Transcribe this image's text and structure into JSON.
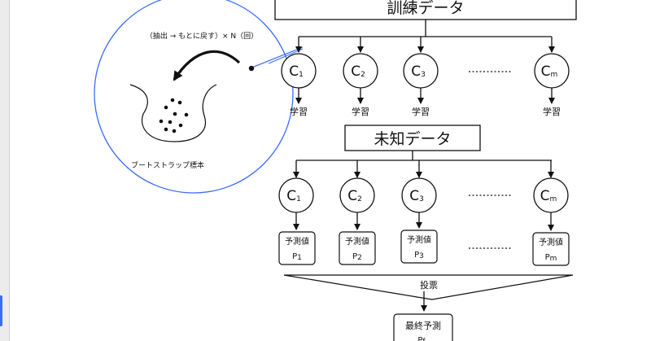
{
  "colors": {
    "accent": "#3b6df6",
    "ink": "#111111"
  },
  "bootstrap": {
    "caption": "（抽出 → もとに戻す）× N（回）",
    "sample_label": "ブートストラップ標本"
  },
  "training": {
    "title": "訓練データ",
    "classifiers": [
      {
        "base": "C",
        "sub": "1"
      },
      {
        "base": "C",
        "sub": "2"
      },
      {
        "base": "C",
        "sub": "3"
      },
      {
        "base": "C",
        "sub": "m"
      }
    ],
    "learn_label": "学習"
  },
  "unknown": {
    "title": "未知データ",
    "classifiers": [
      {
        "base": "C",
        "sub": "1"
      },
      {
        "base": "C",
        "sub": "2"
      },
      {
        "base": "C",
        "sub": "3"
      },
      {
        "base": "C",
        "sub": "m"
      }
    ],
    "predictions": [
      {
        "label": "予測値",
        "base": "P",
        "sub": "1"
      },
      {
        "label": "予測値",
        "base": "P",
        "sub": "2"
      },
      {
        "label": "予測値",
        "base": "P",
        "sub": "3"
      },
      {
        "label": "予測値",
        "base": "P",
        "sub": "m"
      }
    ]
  },
  "vote_label": "投票",
  "final": {
    "label": "最終予測",
    "base": "P",
    "sub": "f"
  }
}
